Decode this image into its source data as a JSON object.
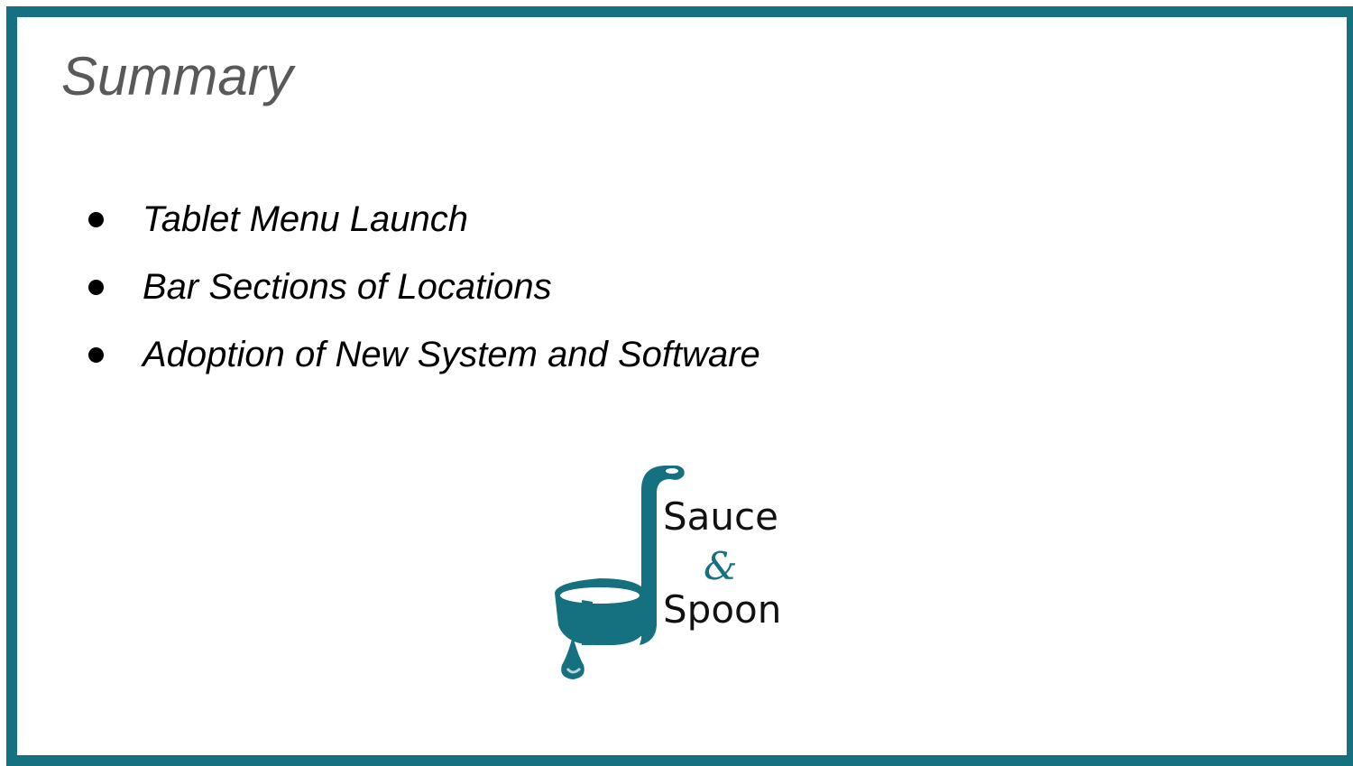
{
  "slide": {
    "title": "Summary",
    "bullets": [
      "Tablet Menu Launch",
      "Bar Sections of Locations",
      "Adoption of New System and Software"
    ]
  },
  "logo": {
    "line1": "Sauce",
    "line2": "&",
    "line3": "Spoon",
    "icon": "ladle-icon"
  },
  "colors": {
    "accent": "#15717f",
    "title": "#595959",
    "text": "#000000",
    "ladle_highlight": "#b9d3d8"
  }
}
